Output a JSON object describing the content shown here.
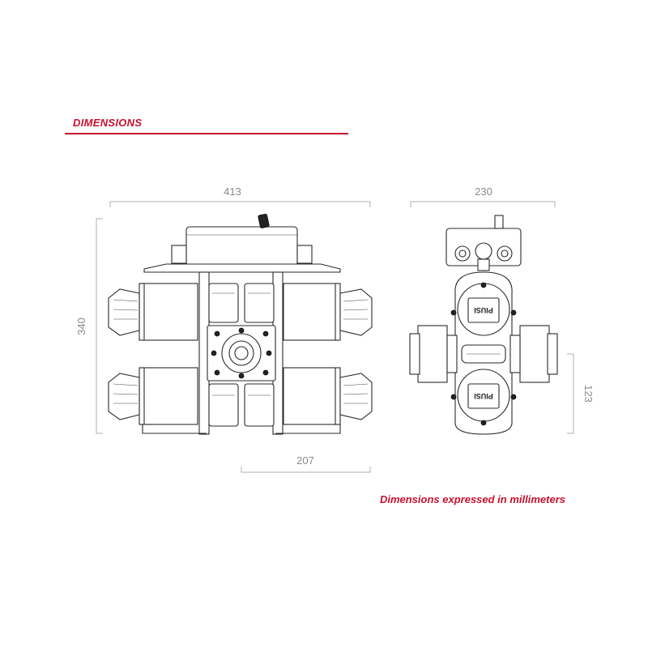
{
  "section": {
    "title": "DIMENSIONS"
  },
  "dimensions": {
    "width_front": "413",
    "height_front": "340",
    "base_front": "207",
    "width_side": "230",
    "height_side": "123"
  },
  "note": "Dimensions expressed in millimeters",
  "colors": {
    "accent": "#c8102e",
    "line": "#2a2a2a",
    "dim_line": "#b0b0b0"
  },
  "logo": {
    "text": "PIUSI"
  }
}
